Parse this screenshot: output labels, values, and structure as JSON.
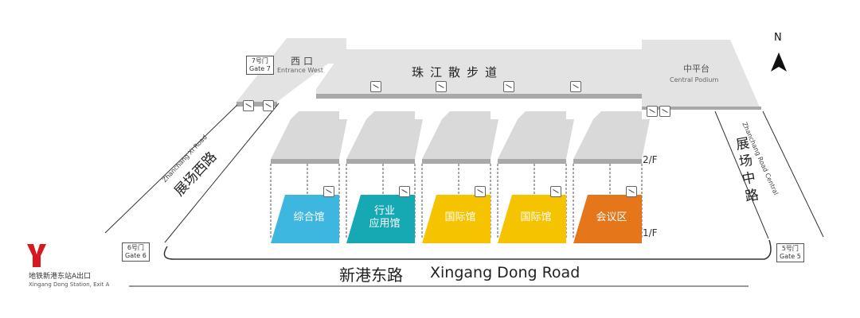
{
  "compass": {
    "label": "N"
  },
  "promenade": {
    "label": "珠江散步道"
  },
  "west_entrance": {
    "zh": "西口",
    "en": "Entrance West"
  },
  "central_podium": {
    "zh": "中平台",
    "en": "Central Podium"
  },
  "gates": [
    {
      "zh": "7号门",
      "en": "Gate 7"
    },
    {
      "zh": "6号门",
      "en": "Gate 6"
    },
    {
      "zh": "5号门",
      "en": "Gate 5"
    }
  ],
  "roads": {
    "west": {
      "zh": "展场西路",
      "en": "Zhanchang Xi Road"
    },
    "central": {
      "zh": "展场中路",
      "en": "Zhanchang Road Central"
    },
    "south": {
      "zh": "新港东路",
      "en": "Xingang Dong Road"
    }
  },
  "floors": {
    "upper": "2/F",
    "lower": "1/F"
  },
  "halls": [
    {
      "label": "综合馆",
      "color": "#3db6e0"
    },
    {
      "label": "行业\n应用馆",
      "color": "#16a9b3"
    },
    {
      "label": "国际馆",
      "color": "#f6c300"
    },
    {
      "label": "国际馆",
      "color": "#f6c300"
    },
    {
      "label": "会议区",
      "color": "#e5761a"
    }
  ],
  "metro": {
    "zh": "地铁新港东站A出口",
    "en": "Xingang Dong Station, Exit A",
    "color": "#d7191f"
  }
}
